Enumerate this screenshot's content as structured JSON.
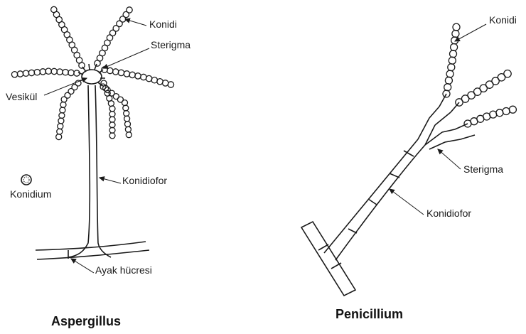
{
  "aspergillus": {
    "title": "Aspergillus",
    "labels": {
      "konidi": "Konidi",
      "sterigma": "Sterigma",
      "vesikul": "Vesikül",
      "konidium": "Konidium",
      "konidiofor": "Konidiofor",
      "ayak_hucresi": "Ayak hücresi"
    }
  },
  "penicillium": {
    "title": "Penicillium",
    "labels": {
      "konidi": "Konidi",
      "sterigma": "Sterigma",
      "konidiofor": "Konidiofor"
    }
  },
  "colors": {
    "ink": "#1a1a1a",
    "background": "#ffffff"
  }
}
